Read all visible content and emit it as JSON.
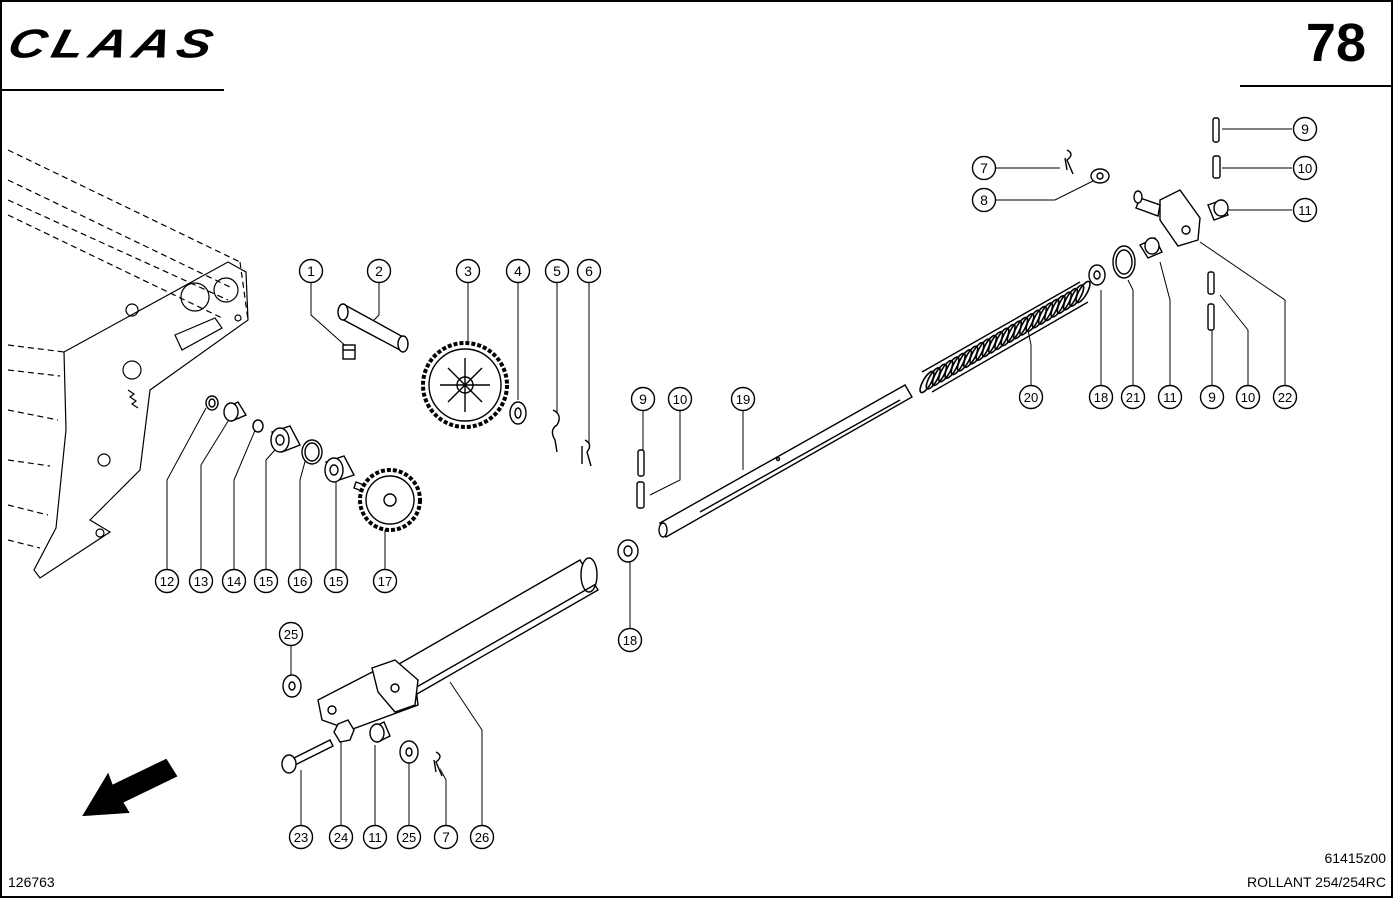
{
  "header": {
    "logo_text": "CLAAS",
    "page_number": "78"
  },
  "footer": {
    "drawing_ref": "126763",
    "figure_code": "61415z00",
    "model": "ROLLANT 254/254RC"
  },
  "callouts": [
    {
      "id": "c1",
      "label": "1"
    },
    {
      "id": "c2",
      "label": "2"
    },
    {
      "id": "c3",
      "label": "3"
    },
    {
      "id": "c4",
      "label": "4"
    },
    {
      "id": "c5",
      "label": "5"
    },
    {
      "id": "c6",
      "label": "6"
    },
    {
      "id": "c7a",
      "label": "7"
    },
    {
      "id": "c8",
      "label": "8"
    },
    {
      "id": "c9a",
      "label": "9"
    },
    {
      "id": "c10a",
      "label": "10"
    },
    {
      "id": "c11a",
      "label": "11"
    },
    {
      "id": "c9b",
      "label": "9"
    },
    {
      "id": "c10b",
      "label": "10"
    },
    {
      "id": "c19",
      "label": "19"
    },
    {
      "id": "c20",
      "label": "20"
    },
    {
      "id": "c18a",
      "label": "18"
    },
    {
      "id": "c21",
      "label": "21"
    },
    {
      "id": "c11b",
      "label": "11"
    },
    {
      "id": "c9c",
      "label": "9"
    },
    {
      "id": "c10c",
      "label": "10"
    },
    {
      "id": "c22",
      "label": "22"
    },
    {
      "id": "c12",
      "label": "12"
    },
    {
      "id": "c13",
      "label": "13"
    },
    {
      "id": "c14",
      "label": "14"
    },
    {
      "id": "c15a",
      "label": "15"
    },
    {
      "id": "c16",
      "label": "16"
    },
    {
      "id": "c15b",
      "label": "15"
    },
    {
      "id": "c17",
      "label": "17"
    },
    {
      "id": "c18b",
      "label": "18"
    },
    {
      "id": "c25a",
      "label": "25"
    },
    {
      "id": "c23",
      "label": "23"
    },
    {
      "id": "c24",
      "label": "24"
    },
    {
      "id": "c11c",
      "label": "11"
    },
    {
      "id": "c25b",
      "label": "25"
    },
    {
      "id": "c7b",
      "label": "7"
    },
    {
      "id": "c26",
      "label": "26"
    }
  ]
}
